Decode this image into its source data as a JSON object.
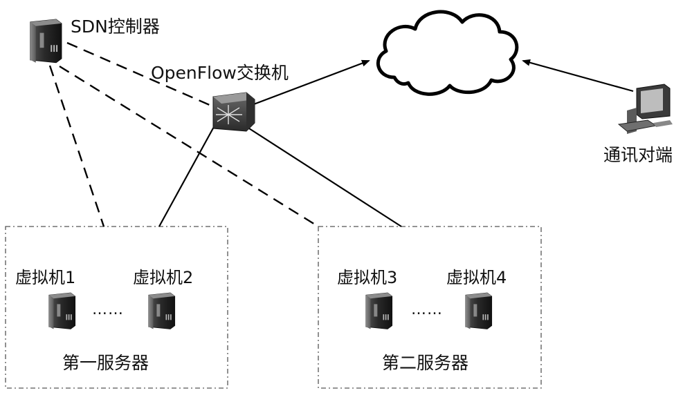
{
  "labels": {
    "controller": "SDN控制器",
    "switch": "OpenFlow交换机",
    "peer": "通讯对端",
    "vm1": "虚拟机1",
    "vm2": "虚拟机2",
    "vm3": "虚拟机3",
    "vm4": "虚拟机4",
    "server1": "第一服务器",
    "server2": "第二服务器",
    "ellipsis1": "……",
    "ellipsis2": "……"
  },
  "icons": {
    "controller": "server-tower-icon",
    "switch": "network-switch-icon",
    "cloud": "cloud-icon",
    "peer": "desktop-computer-icon",
    "vm": "server-tower-icon"
  },
  "colors": {
    "line": "#000000",
    "server_dark": "#1f1f1f",
    "server_light": "#9a9a9a",
    "box_border": "#555555"
  }
}
